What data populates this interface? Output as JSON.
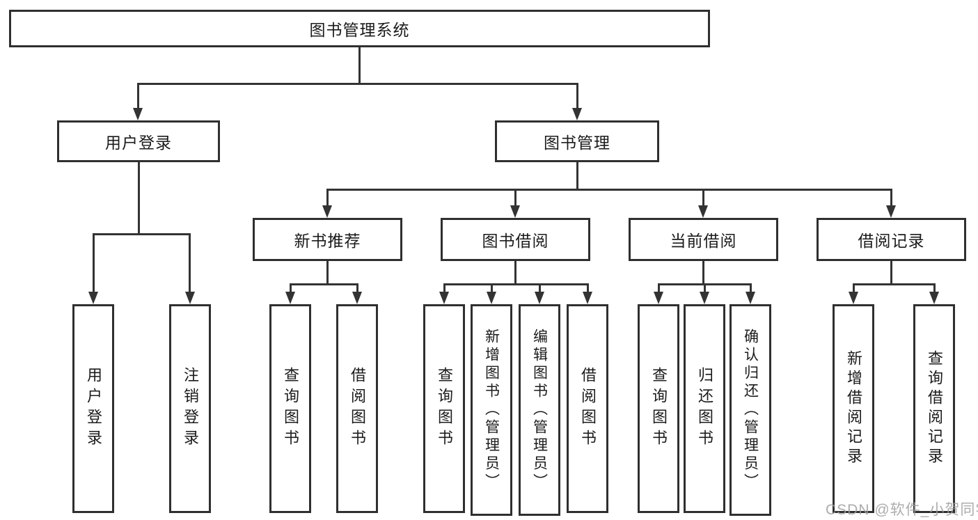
{
  "title": {
    "label": "图书管理系统"
  },
  "user_login": {
    "label": "用户登录",
    "children": {
      "login": "用户登录",
      "logout": "注销登录"
    }
  },
  "book_mgmt": {
    "label": "图书管理",
    "sections": {
      "new_book": {
        "label": "新书推荐",
        "children": {
          "query_book": "查询图书",
          "borrow_book": "借阅图书"
        }
      },
      "book_borrow": {
        "label": "图书借阅",
        "children": {
          "query_book": "查询图书",
          "add_book": "新增图书（管理员）",
          "edit_book": "编辑图书（管理员）",
          "borrow_book": "借阅图书"
        }
      },
      "current_borrow": {
        "label": "当前借阅",
        "children": {
          "query_book": "查询图书",
          "return_book": "归还图书",
          "confirm_return": "确认归还（管理员）"
        }
      },
      "borrow_records": {
        "label": "借阅记录",
        "children": {
          "add_record": "新增借阅记录",
          "query_record": "查询借阅记录"
        }
      }
    }
  },
  "watermark": "CSDN @软件_小贺同学",
  "colors": {
    "line": "#333333",
    "box_border": "#2f2f2f",
    "text": "#1b1b1b",
    "watermark": "#9e9e9e",
    "background": "#ffffff"
  }
}
